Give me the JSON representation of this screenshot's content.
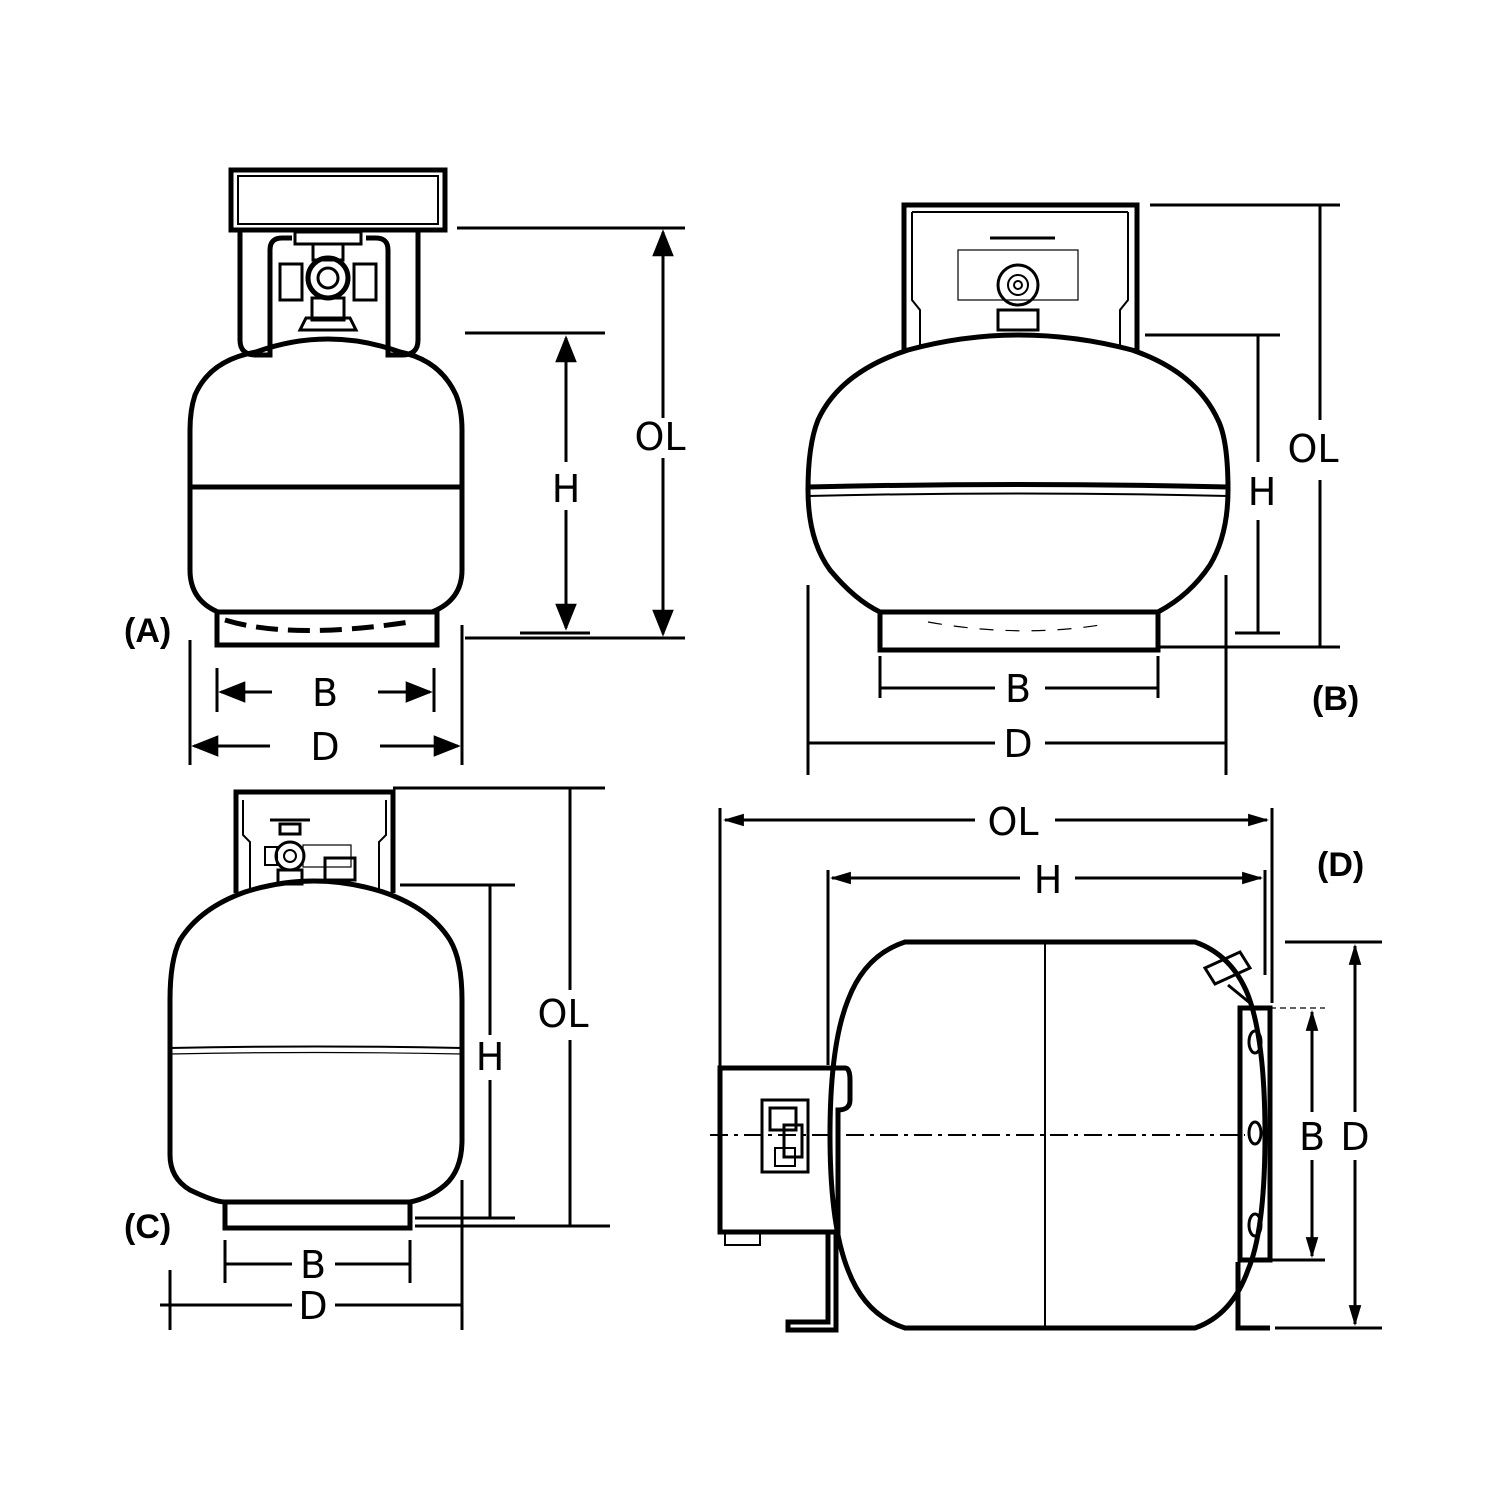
{
  "views": [
    {
      "id": "A",
      "caption": "(A)",
      "labels": {
        "ol": "OL",
        "h": "H",
        "b": "B",
        "d": "D"
      }
    },
    {
      "id": "B",
      "caption": "(B)",
      "labels": {
        "ol": "OL",
        "h": "H",
        "b": "B",
        "d": "D"
      }
    },
    {
      "id": "C",
      "caption": "(C)",
      "labels": {
        "ol": "OL",
        "h": "H",
        "b": "B",
        "d": "D"
      }
    },
    {
      "id": "D",
      "caption": "(D)",
      "labels": {
        "ol": "OL",
        "h": "H",
        "b": "B",
        "d": "D"
      }
    }
  ]
}
